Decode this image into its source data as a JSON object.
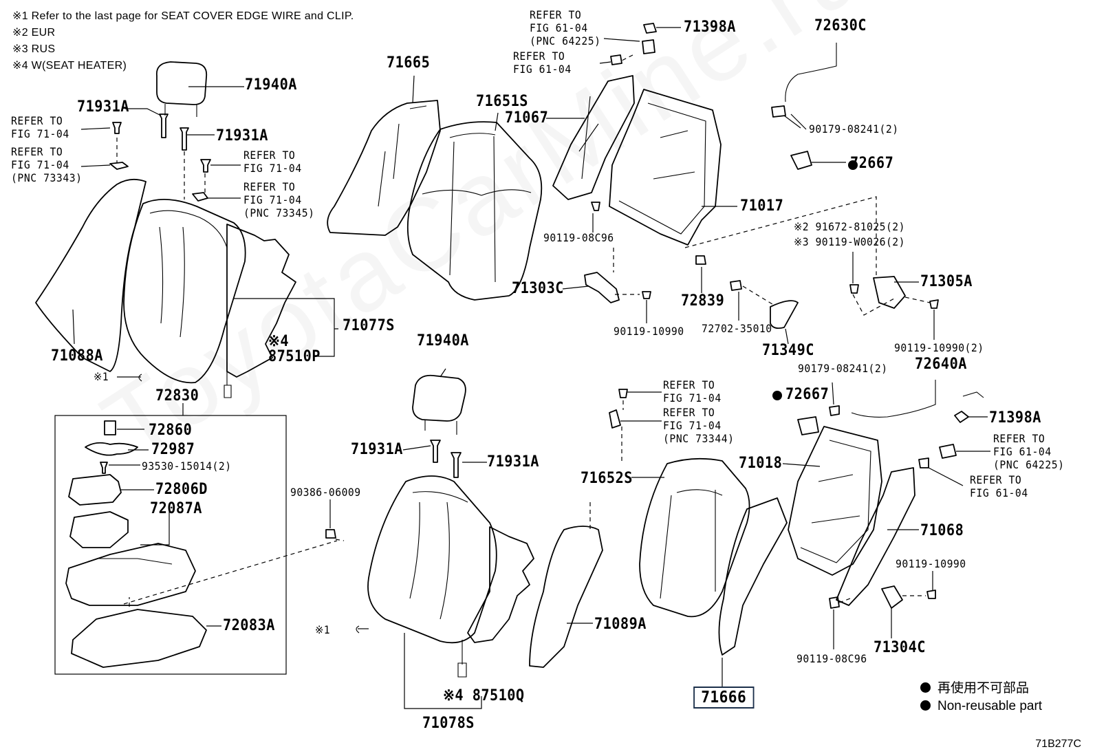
{
  "notes": [
    "※1 Refer to the last page for SEAT COVER EDGE WIRE and CLIP.",
    "※2 EUR",
    "※3 RUS",
    "※4 W(SEAT HEATER)"
  ],
  "parts": {
    "p71940a_top": "71940A",
    "p71931a_1": "71931A",
    "p71931a_2": "71931A",
    "ref_71_04_a": "REFER TO\nFIG 71-04",
    "ref_71_04_b": "REFER TO\nFIG 71-04\n(PNC 73343)",
    "ref_71_04_c": "REFER TO\nFIG 71-04",
    "ref_71_04_d": "REFER TO\nFIG 71-04\n(PNC 73345)",
    "p71088a": "71088A",
    "p71077s": "71077S",
    "p87510p": "※4\n87510P",
    "note1_left": "※1",
    "p72830": "72830",
    "p72860": "72860",
    "p72987": "72987",
    "p93530": "93530-15014(2)",
    "p72806d": "72806D",
    "p72087a": "72087A",
    "p72083a": "72083A",
    "p71665": "71665",
    "p71651s": "71651S",
    "p71067": "71067",
    "ref_61_04_a": "REFER TO\nFIG 61-04\n(PNC 64225)",
    "ref_61_04_b": "REFER TO\nFIG 61-04",
    "p71398a_top": "71398A",
    "p72630c": "72630C",
    "p90179_top": "90179-08241(2)",
    "p72667_top": "72667",
    "p71017": "71017",
    "p90119_08c96_top": "90119-08C96",
    "p91672": "※2 91672-81025(2)",
    "p90119_w": "※3 90119-W0026(2)",
    "p71305a": "71305A",
    "p71303c": "71303C",
    "p72839": "72839",
    "p90119_10990_a": "90119-10990",
    "p72702": "72702-35010",
    "p71349c": "71349C",
    "p90119_10990_2": "90119-10990(2)",
    "p71940a_mid": "71940A",
    "p71931a_3": "71931A",
    "p71931a_4": "71931A",
    "p90386": "90386-06009",
    "note1_mid": "※1",
    "p87510q": "※4 87510Q",
    "p71078s": "71078S",
    "ref_71_04_e": "REFER TO\nFIG 71-04",
    "ref_71_04_f": "REFER TO\nFIG 71-04\n(PNC 73344)",
    "p71652s": "71652S",
    "p71089a": "71089A",
    "p71666": "71666",
    "p90179_mid": "90179-08241(2)",
    "p72640a": "72640A",
    "p72667_mid": "72667",
    "p71398a_mid": "71398A",
    "ref_61_04_c": "REFER TO\nFIG 61-04\n(PNC 64225)",
    "ref_61_04_d": "REFER TO\nFIG 61-04",
    "p71018": "71018",
    "p71068": "71068",
    "p90119_10990_b": "90119-10990",
    "p90119_08c96_bot": "90119-08C96",
    "p71304c": "71304C"
  },
  "legend": {
    "jp": "再使用不可部品",
    "en": "Non-reusable part"
  },
  "diagram_code": "71B277C",
  "watermark": "ToyotaCarMine.ru"
}
